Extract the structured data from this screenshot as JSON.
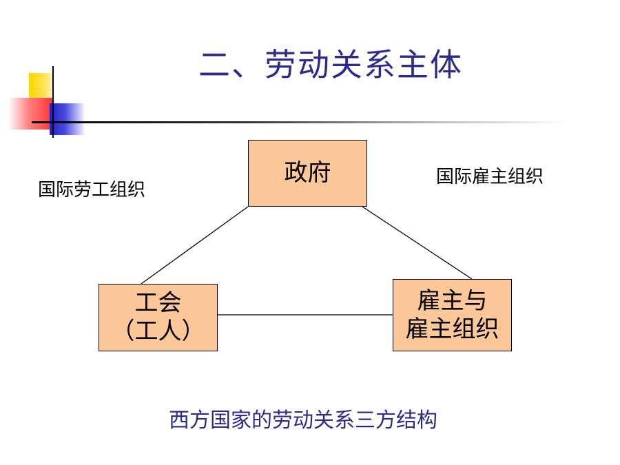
{
  "slide": {
    "title": "二、劳动关系主体",
    "caption": "西方国家的劳动关系三方结构"
  },
  "diagram": {
    "top_node": "政府",
    "left_node": {
      "line1": "工会",
      "line2": "（工人）"
    },
    "right_node": {
      "line1": "雇主与",
      "line2": "雇主组织"
    },
    "label_left": "国际劳工组织",
    "label_right": "国际雇主组织"
  },
  "colors": {
    "title": "#2b2b8c",
    "box_fill": "#fcc89a"
  }
}
